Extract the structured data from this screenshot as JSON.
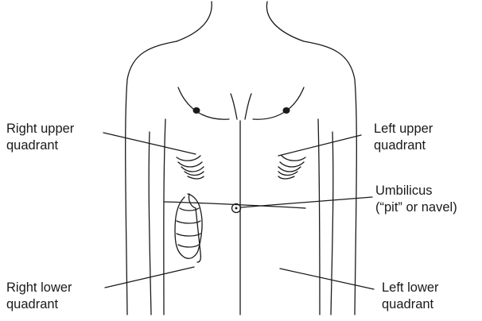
{
  "labels": {
    "rug": {
      "line1": "Right upper",
      "line2": "quadrant"
    },
    "luq": {
      "line1": "Left upper",
      "line2": "quadrant"
    },
    "umbilicus": {
      "line1": "Umbilicus",
      "line2": "(“pit” or navel)"
    },
    "rlq": {
      "line1": "Right lower",
      "line2": "quadrant"
    },
    "llq": {
      "line1": "Left lower",
      "line2": "quadrant"
    }
  },
  "colors": {
    "ink": "#1a1a1a",
    "background": "#ffffff"
  }
}
